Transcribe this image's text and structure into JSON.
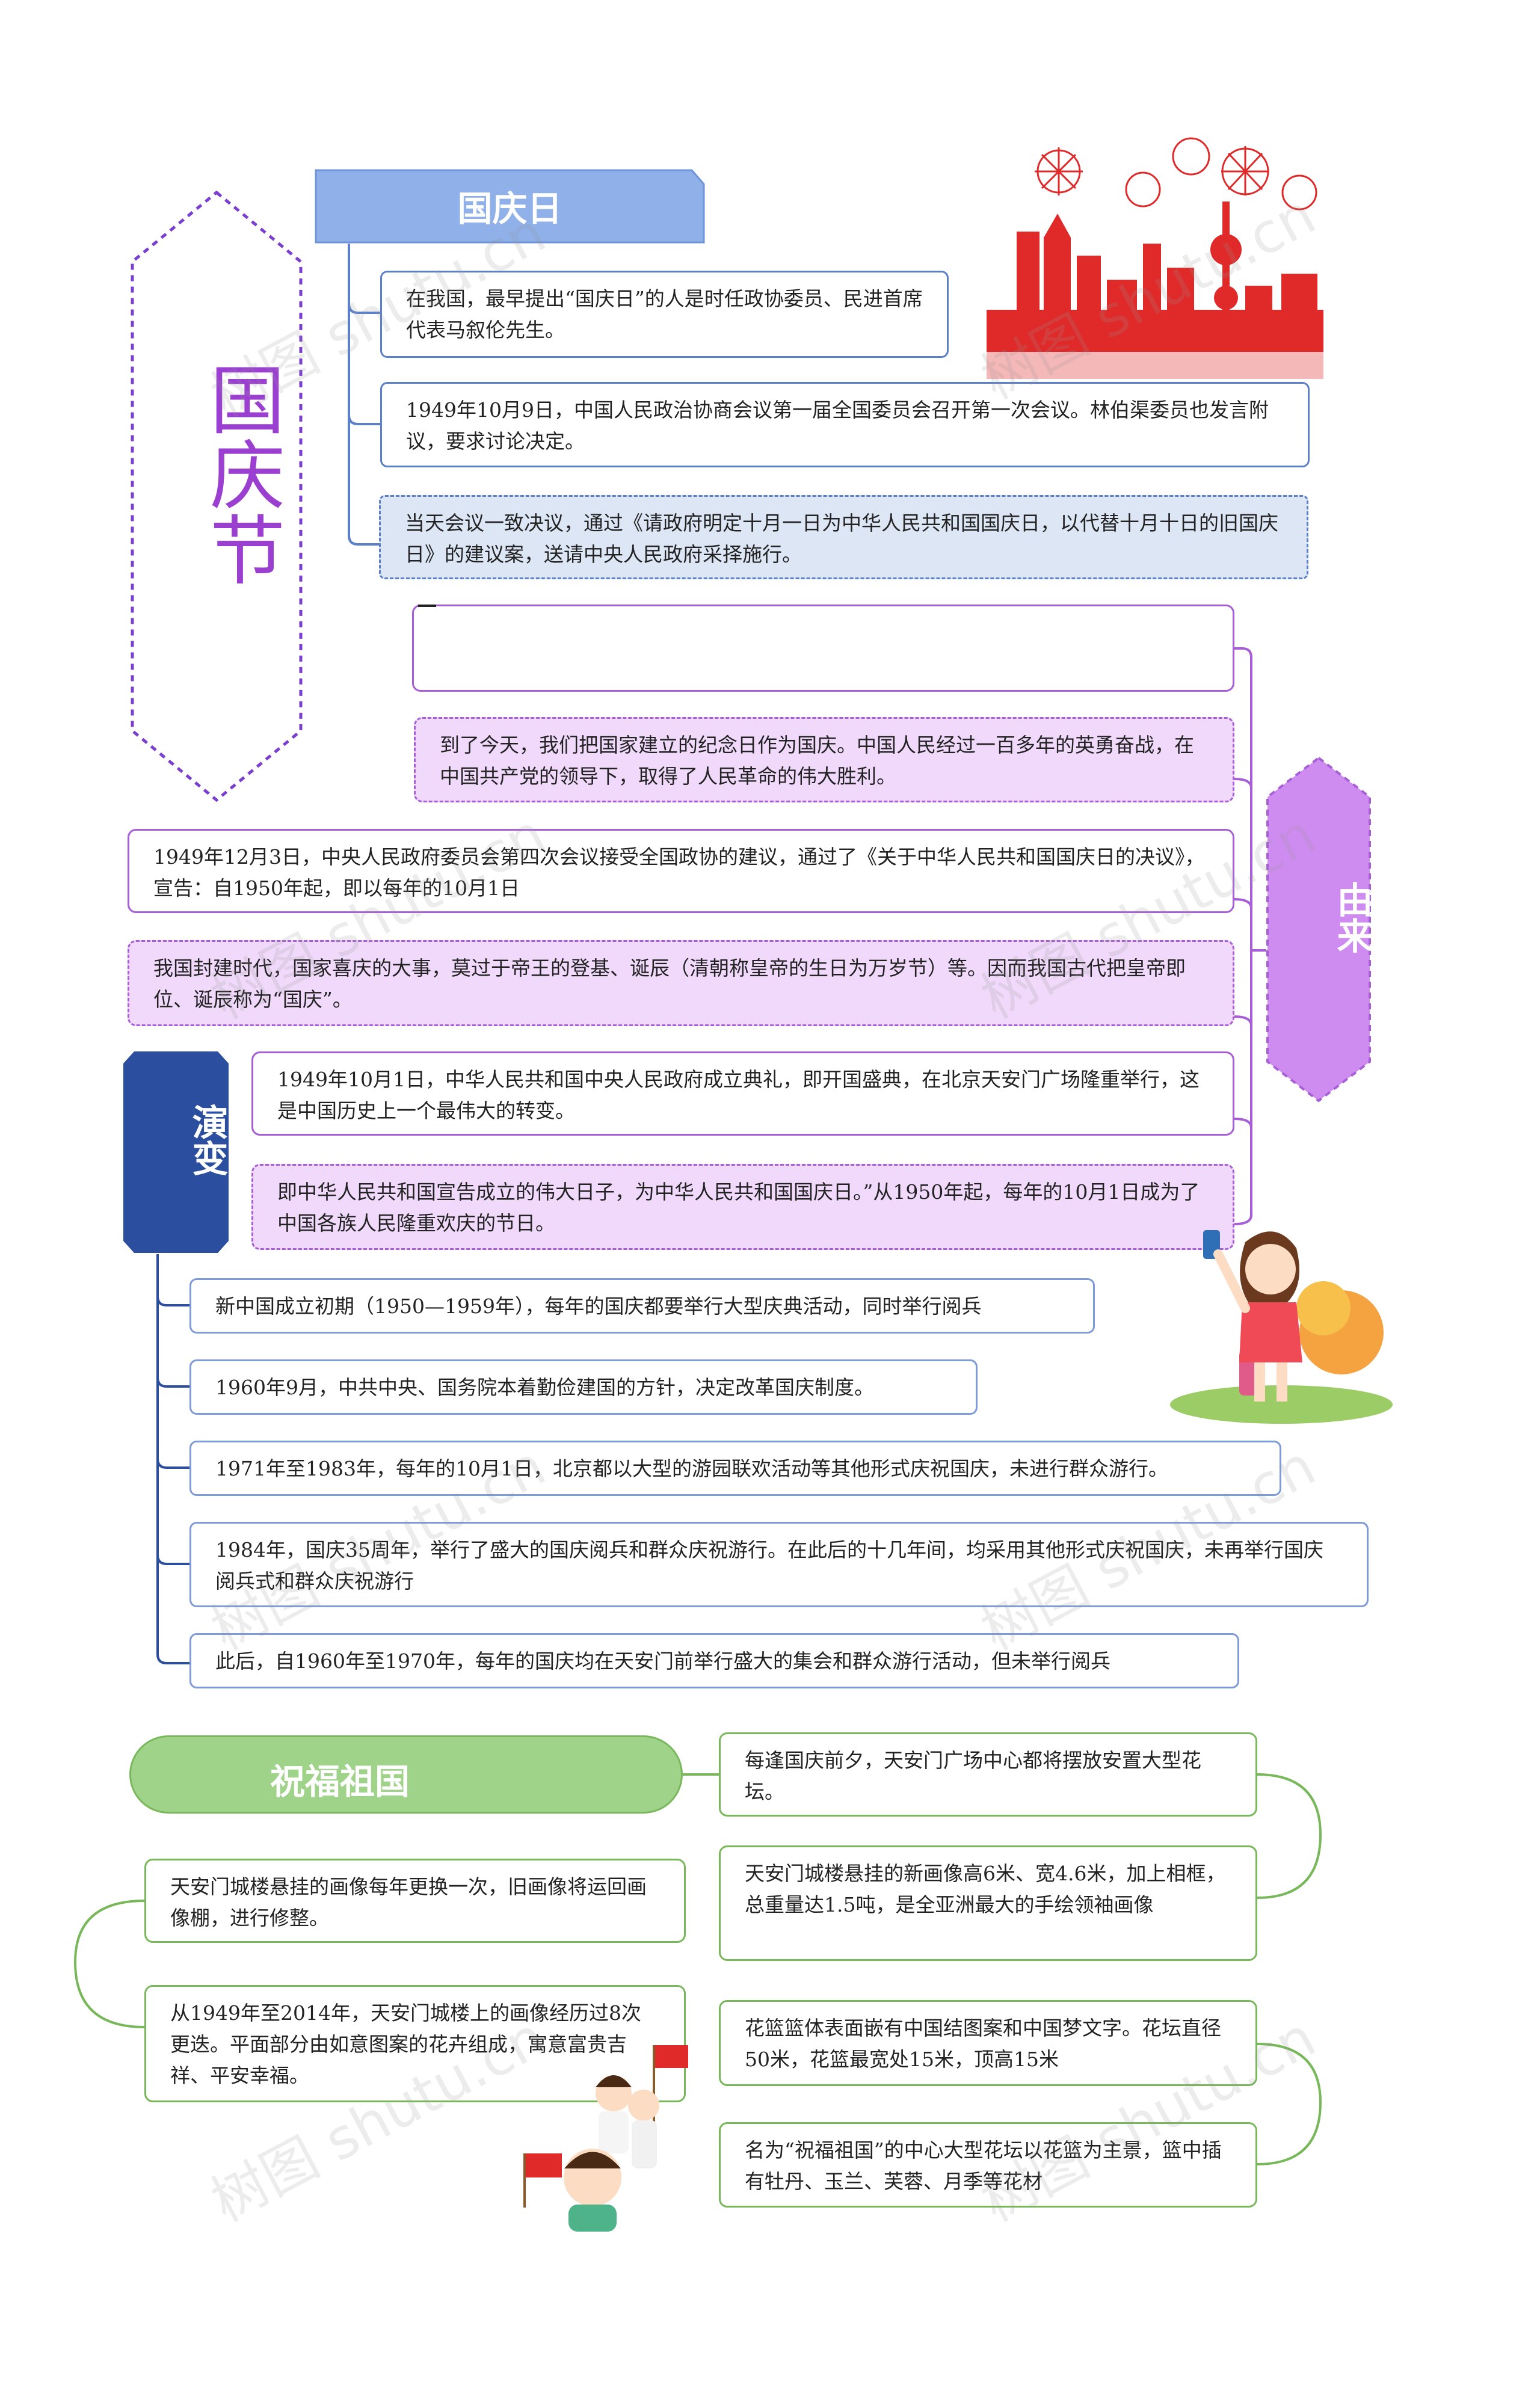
{
  "title": "国庆节",
  "headers": {
    "national_day": "国庆日",
    "origin": "由来",
    "evolution": "演变",
    "bless": "祝福祖国"
  },
  "national_day_items": [
    "在我国，最早提出“国庆日”的人是时任政协委员、民进首席代表马叙伦先生。",
    "1949年10月9日，中国人民政治协商会议第一届全国委员会召开第一次会议。林伯渠委员也发言附议，要求讨论决定。",
    "当天会议一致决议，通过《请政府明定十月一日为中华人民共和国国庆日，以代替十月十日的旧国庆日》的建议案，送请中央人民政府采择施行。"
  ],
  "origin_items": [
    "",
    "到了今天，我们把国家建立的纪念日作为国庆。中国人民经过一百多年的英勇奋战，在中国共产党的领导下，取得了人民革命的伟大胜利。",
    "1949年12月3日，中央人民政府委员会第四次会议接受全国政协的建议，通过了《关于中华人民共和国国庆日的决议》，宣告：自1950年起，即以每年的10月1日",
    "我国封建时代，国家喜庆的大事，莫过于帝王的登基、诞辰（清朝称皇帝的生日为万岁节）等。因而我国古代把皇帝即位、诞辰称为“国庆”。",
    "1949年10月1日，中华人民共和国中央人民政府成立典礼，即开国盛典，在北京天安门广场隆重举行，这是中国历史上一个最伟大的转变。",
    "即中华人民共和国宣告成立的伟大日子，为中华人民共和国国庆日。”从1950年起，每年的10月1日成为了中国各族人民隆重欢庆的节日。"
  ],
  "evolution_items": [
    "新中国成立初期（1950—1959年），每年的国庆都要举行大型庆典活动，同时举行阅兵",
    "1960年9月，中共中央、国务院本着勤俭建国的方针，决定改革国庆制度。",
    "1971年至1983年，每年的10月1日，北京都以大型的游园联欢活动等其他形式庆祝国庆，未进行群众游行。",
    "1984年，国庆35周年，举行了盛大的国庆阅兵和群众庆祝游行。在此后的十几年间，均采用其他形式庆祝国庆，未再举行国庆阅兵式和群众庆祝游行",
    "此后，自1960年至1970年，每年的国庆均在天安门前举行盛大的集会和群众游行活动，但未举行阅兵"
  ],
  "bless_right": [
    "每逢国庆前夕，天安门广场中心都将摆放安置大型花坛。",
    "天安门城楼悬挂的新画像高6米、宽4.6米，加上相框，总重量达1.5吨，是全亚洲最大的手绘领袖画像",
    "花篮篮体表面嵌有中国结图案和中国梦文字。花坛直径50米，花篮最宽处15米，顶高15米",
    "名为“祝福祖国”的中心大型花坛以花篮为主景，篮中插有牡丹、玉兰、芙蓉、月季等花材"
  ],
  "bless_left": [
    "天安门城楼悬挂的画像每年更换一次，旧画像将运回画像棚，进行修整。",
    "从1949年至2014年，天安门城楼上的画像经历过8次更迭。平面部分由如意图案的花卉组成，寓意富贵吉祥、平安幸福。"
  ],
  "watermark": "树图 shutu.cn",
  "colors": {
    "title": "#9b3fd1",
    "national_day_header": "#8fb0e8",
    "origin_header": "#cf8cf0",
    "evolution_header": "#2b4f9e",
    "bless_header": "#9fd38a",
    "blue_line": "#5b80c9",
    "purple_line": "#a65fd6",
    "green_line": "#78b85a",
    "festive_red": "#e02a2a"
  }
}
